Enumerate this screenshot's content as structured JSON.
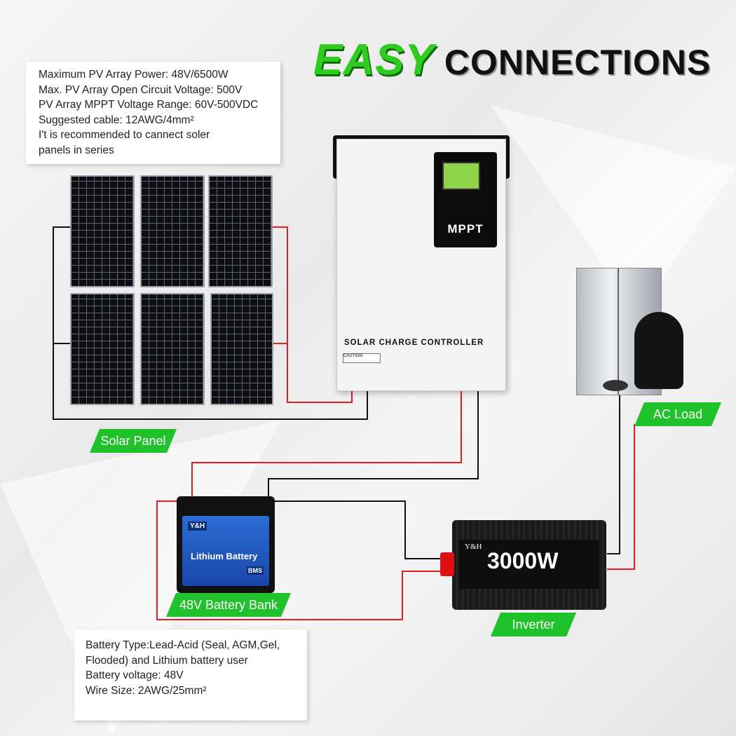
{
  "title": {
    "part1": "EASY",
    "part2": "CONNECTIONS"
  },
  "pv_info": {
    "lines": [
      "Maximum PV Array Power: 48V/6500W",
      "Max. PV Array Open Circuit Voltage: 500V",
      "PV Array MPPT Voltage Range: 60V-500VDC",
      "Suggested cable: 12AWG/4mm²",
      "I't is recommended to cannect soler",
      "panels in series"
    ]
  },
  "battery_info": {
    "lines": [
      "Battery Type:Lead-Acid (Seal, AGM,Gel,",
      "Flooded) and Lithium battery user",
      "Battery voltage: 48V",
      "Wire Size: 2AWG/25mm²"
    ]
  },
  "labels": {
    "solar_panel": "Solar Panel",
    "battery_bank": "48V Battery Bank",
    "inverter": "Inverter",
    "ac_load": "AC Load"
  },
  "controller": {
    "display_text": "MPPT",
    "label": "SOLAR CHARGE CONTROLLER",
    "caution": "CAUTION"
  },
  "battery": {
    "brand": "Y&H",
    "text": "Lithium Battery",
    "badge": "BMS"
  },
  "inverter": {
    "brand": "Y&H",
    "wattage": "3000W"
  },
  "colors": {
    "accent_green": "#1fc22a",
    "wire_red": "#e02020",
    "wire_black": "#111111"
  },
  "icons": [
    "solar-panel-icon",
    "charge-controller-icon",
    "battery-icon",
    "inverter-icon",
    "refrigerator-icon",
    "heater-icon"
  ]
}
